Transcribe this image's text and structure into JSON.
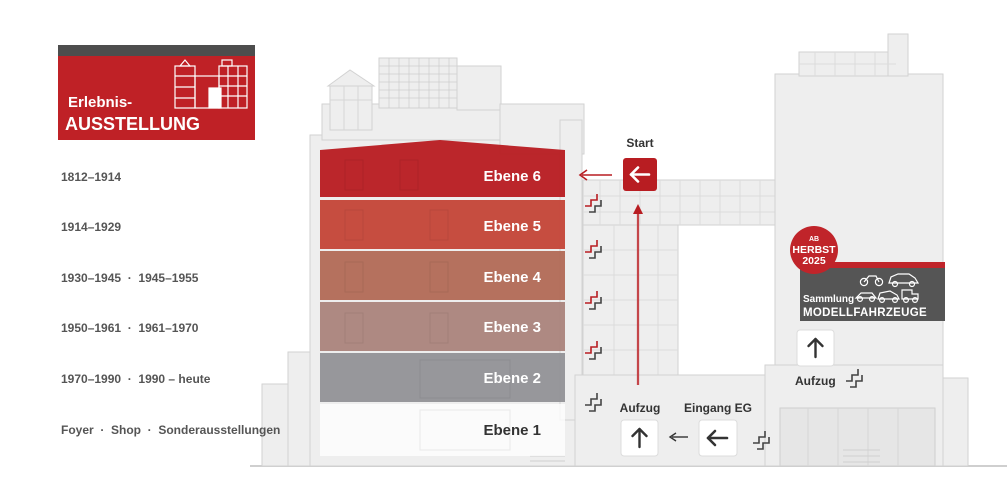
{
  "logo": {
    "line1": "Erlebnis-",
    "line2": "AUSSTELLUNG",
    "color": "#bf2126",
    "bar_color": "#4d4d4d"
  },
  "eras": [
    {
      "text": "1812–1914"
    },
    {
      "text": "1914–1929"
    },
    {
      "text": "1930–1945  ·  1945–1955"
    },
    {
      "text": "1950–1961  ·  1961–1970"
    },
    {
      "text": "1970–1990  ·  1990 – heute"
    },
    {
      "text": "Foyer  ·  Shop  ·  Sonderausstellungen"
    }
  ],
  "levels": [
    {
      "label": "Ebene 6",
      "color": "#b81d22"
    },
    {
      "label": "Ebene 5",
      "color": "#c44335"
    },
    {
      "label": "Ebene 4",
      "color": "#b06651"
    },
    {
      "label": "Ebene 3",
      "color": "#a88078"
    },
    {
      "label": "Ebene 2",
      "color": "#8f8f94"
    },
    {
      "label": "Ebene 1",
      "color": "#ffffff"
    }
  ],
  "start_label": "Start",
  "aufzug_left_label": "Aufzug",
  "eingang_label": "Eingang EG",
  "aufzug_right_label": "Aufzug",
  "badge": {
    "ab": "AB",
    "line1": "HERBST",
    "line2": "2025",
    "color": "#c0242a"
  },
  "collection": {
    "line1": "Sammlung",
    "line2": "MODELLFAHRZEUGE",
    "color": "#555555"
  },
  "icons": {
    "start": "arrow-left-icon",
    "elevator": "arrow-up-icon",
    "entrance": "arrow-left-icon",
    "stairs": "stairs-icon",
    "vehicles": "vehicle-icons"
  }
}
